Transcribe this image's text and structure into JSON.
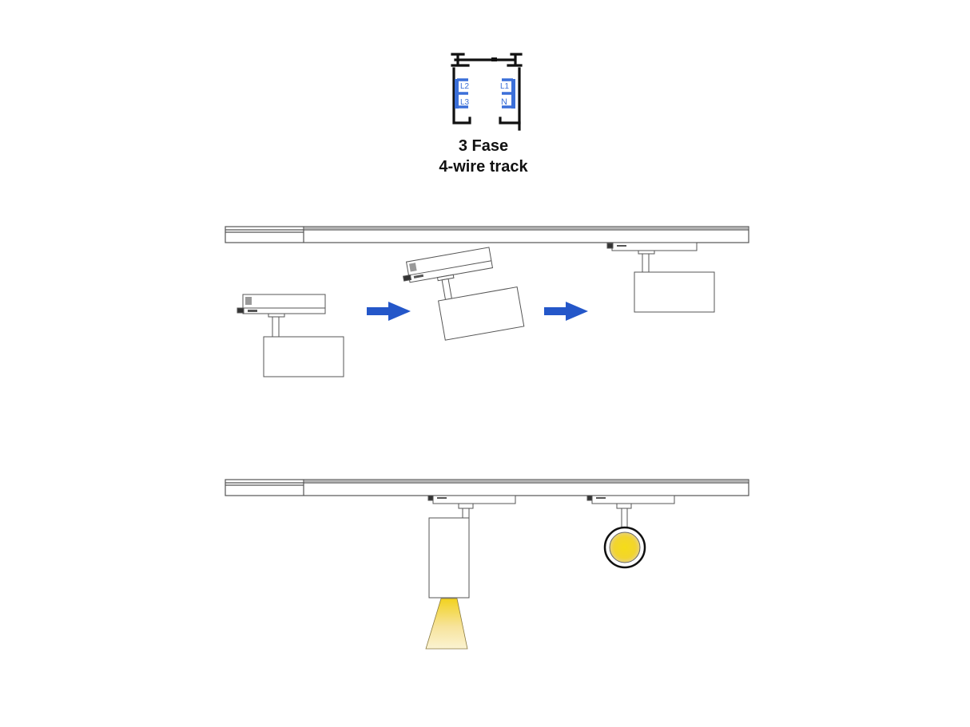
{
  "cross_section": {
    "labels": {
      "l1": "L1",
      "l2": "L2",
      "l3": "L3",
      "n": "N"
    },
    "title_line1": "3 Fase",
    "title_line2": "4-wire track",
    "conductor_color": "#3b6fd8"
  },
  "colors": {
    "line": "#555555",
    "profile": "#111111",
    "arrow": "#2457c9",
    "light_warm": "#f2d21e",
    "light_pale": "#fbf1c8"
  },
  "installation_sequence": {
    "steps": [
      {
        "step": 1,
        "state": "adapter below track"
      },
      {
        "step": 2,
        "state": "adapter tilted, inserting"
      },
      {
        "step": 3,
        "state": "adapter locked in track"
      }
    ],
    "arrows": [
      "arrow-right",
      "arrow-right"
    ]
  },
  "orientation_views": [
    {
      "view": "side",
      "light": "downward beam"
    },
    {
      "view": "front",
      "light": "circular lens"
    }
  ]
}
